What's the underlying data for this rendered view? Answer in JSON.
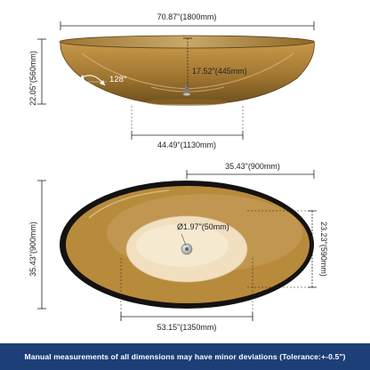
{
  "colors": {
    "tub_amber": "#b88a3c",
    "tub_dark": "#6e4f1e",
    "tub_light": "#d9b877",
    "rim_black": "#141210",
    "basin_cream": "#f1dfc0",
    "drain_silver": "#c8c8c8",
    "dim_line": "#222222",
    "banner_bg": "#1d3f78",
    "banner_text": "#ffffff"
  },
  "side_view": {
    "overall_length": "70.87\"(1800mm)",
    "height": "22.05\"(560mm)",
    "depth": "17.52\"(445mm)",
    "angle": "128°",
    "base_length": "44.49\"(1130mm)"
  },
  "top_view": {
    "half_width": "35.43\"(900mm)",
    "width": "35.43\"(900mm)",
    "basin_width": "23.23\"(590mm)",
    "drain_diameter": "Ø1.97\"(50mm)",
    "basin_length": "53.15\"(1350mm)"
  },
  "icons": {
    "drain_side": "drain-icon",
    "drain_top": "drain-icon"
  },
  "footer": {
    "disclaimer": "Manual measurements of all dimensions may have minor deviations (Tolerance:+-0.5\")"
  }
}
